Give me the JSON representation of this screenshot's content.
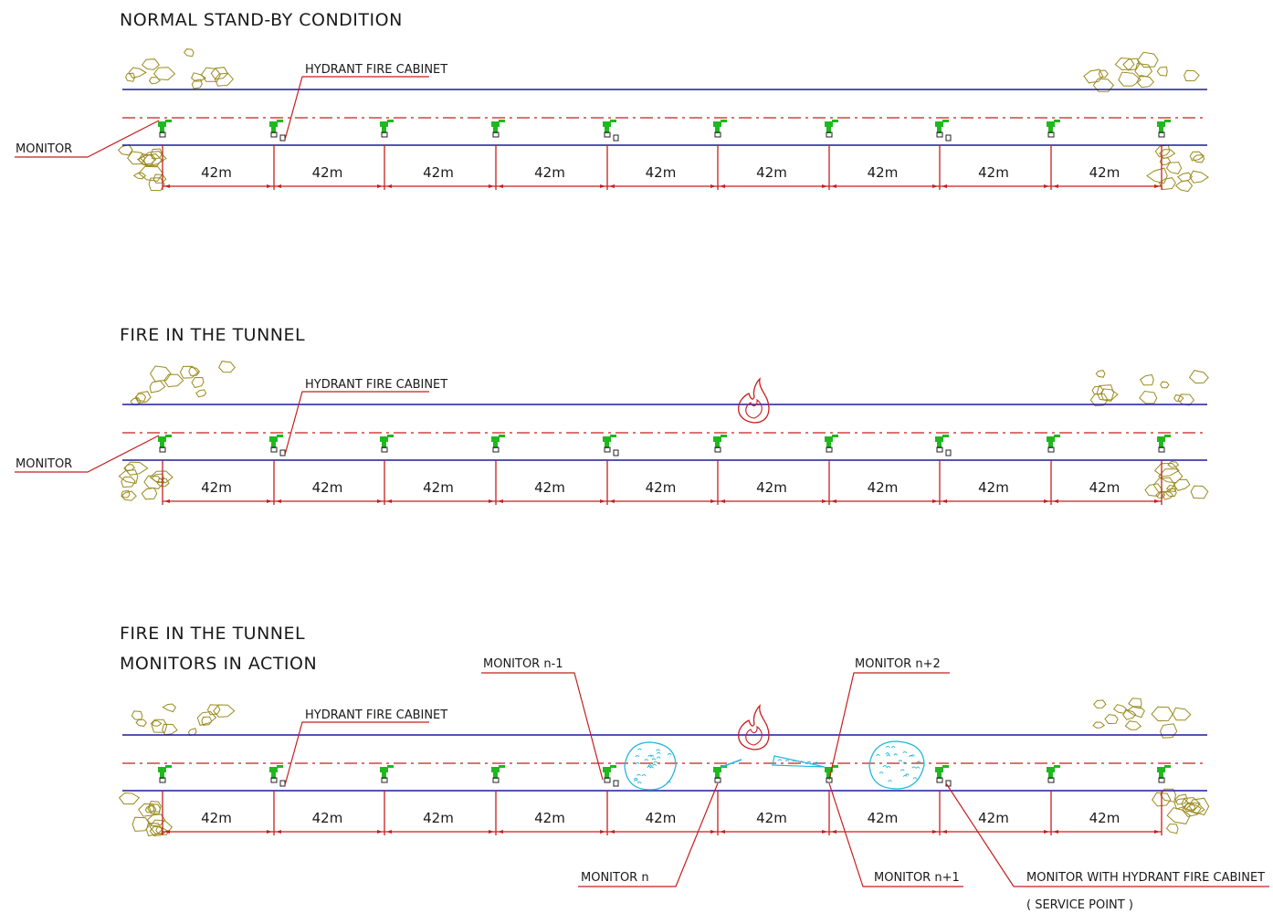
{
  "panels": [
    {
      "titles": [
        "NORMAL STAND-BY CONDITION"
      ],
      "hydrant_label": "HYDRANT FIRE CABINET",
      "monitor_label": "MONITOR",
      "spacings": [
        "42m",
        "42m",
        "42m",
        "42m",
        "42m",
        "42m",
        "42m",
        "42m",
        "42m"
      ],
      "fire": false,
      "monitors_in_action": false
    },
    {
      "titles": [
        "FIRE IN THE TUNNEL"
      ],
      "hydrant_label": "HYDRANT FIRE CABINET",
      "monitor_label": "MONITOR",
      "spacings": [
        "42m",
        "42m",
        "42m",
        "42m",
        "42m",
        "42m",
        "42m",
        "42m",
        "42m"
      ],
      "fire": true,
      "monitors_in_action": false
    },
    {
      "titles": [
        "FIRE IN THE TUNNEL",
        "MONITORS IN ACTION"
      ],
      "hydrant_label": "HYDRANT FIRE CABINET",
      "monitor_label": "",
      "spacings": [
        "42m",
        "42m",
        "42m",
        "42m",
        "42m",
        "42m",
        "42m",
        "42m",
        "42m"
      ],
      "fire": true,
      "monitors_in_action": true,
      "callouts": {
        "monitor_n_minus_1": "MONITOR n-1",
        "monitor_n_plus_2": "MONITOR n+2",
        "monitor_n": "MONITOR n",
        "monitor_n_plus_1": "MONITOR n+1",
        "service_point_line1": "MONITOR WITH HYDRANT FIRE CABINET",
        "service_point_line2": "( SERVICE POINT )"
      }
    }
  ],
  "colors": {
    "tunnel_line": "#1c1c9c",
    "axis_dashdot": "#c81e1e",
    "dimension": "#c81e1e",
    "monitor": "#1fb81f",
    "rock": "#9a8a1e",
    "fire": "#c81e1e",
    "water_spray": "#22b8d8",
    "leader": "#c81e1e"
  },
  "icons": {
    "monitor": "monitor-icon",
    "hydrant_cabinet": "hydrant-cabinet-icon",
    "fire": "fire-icon",
    "rock": "rock-texture-icon",
    "water_spray": "water-spray-icon"
  }
}
